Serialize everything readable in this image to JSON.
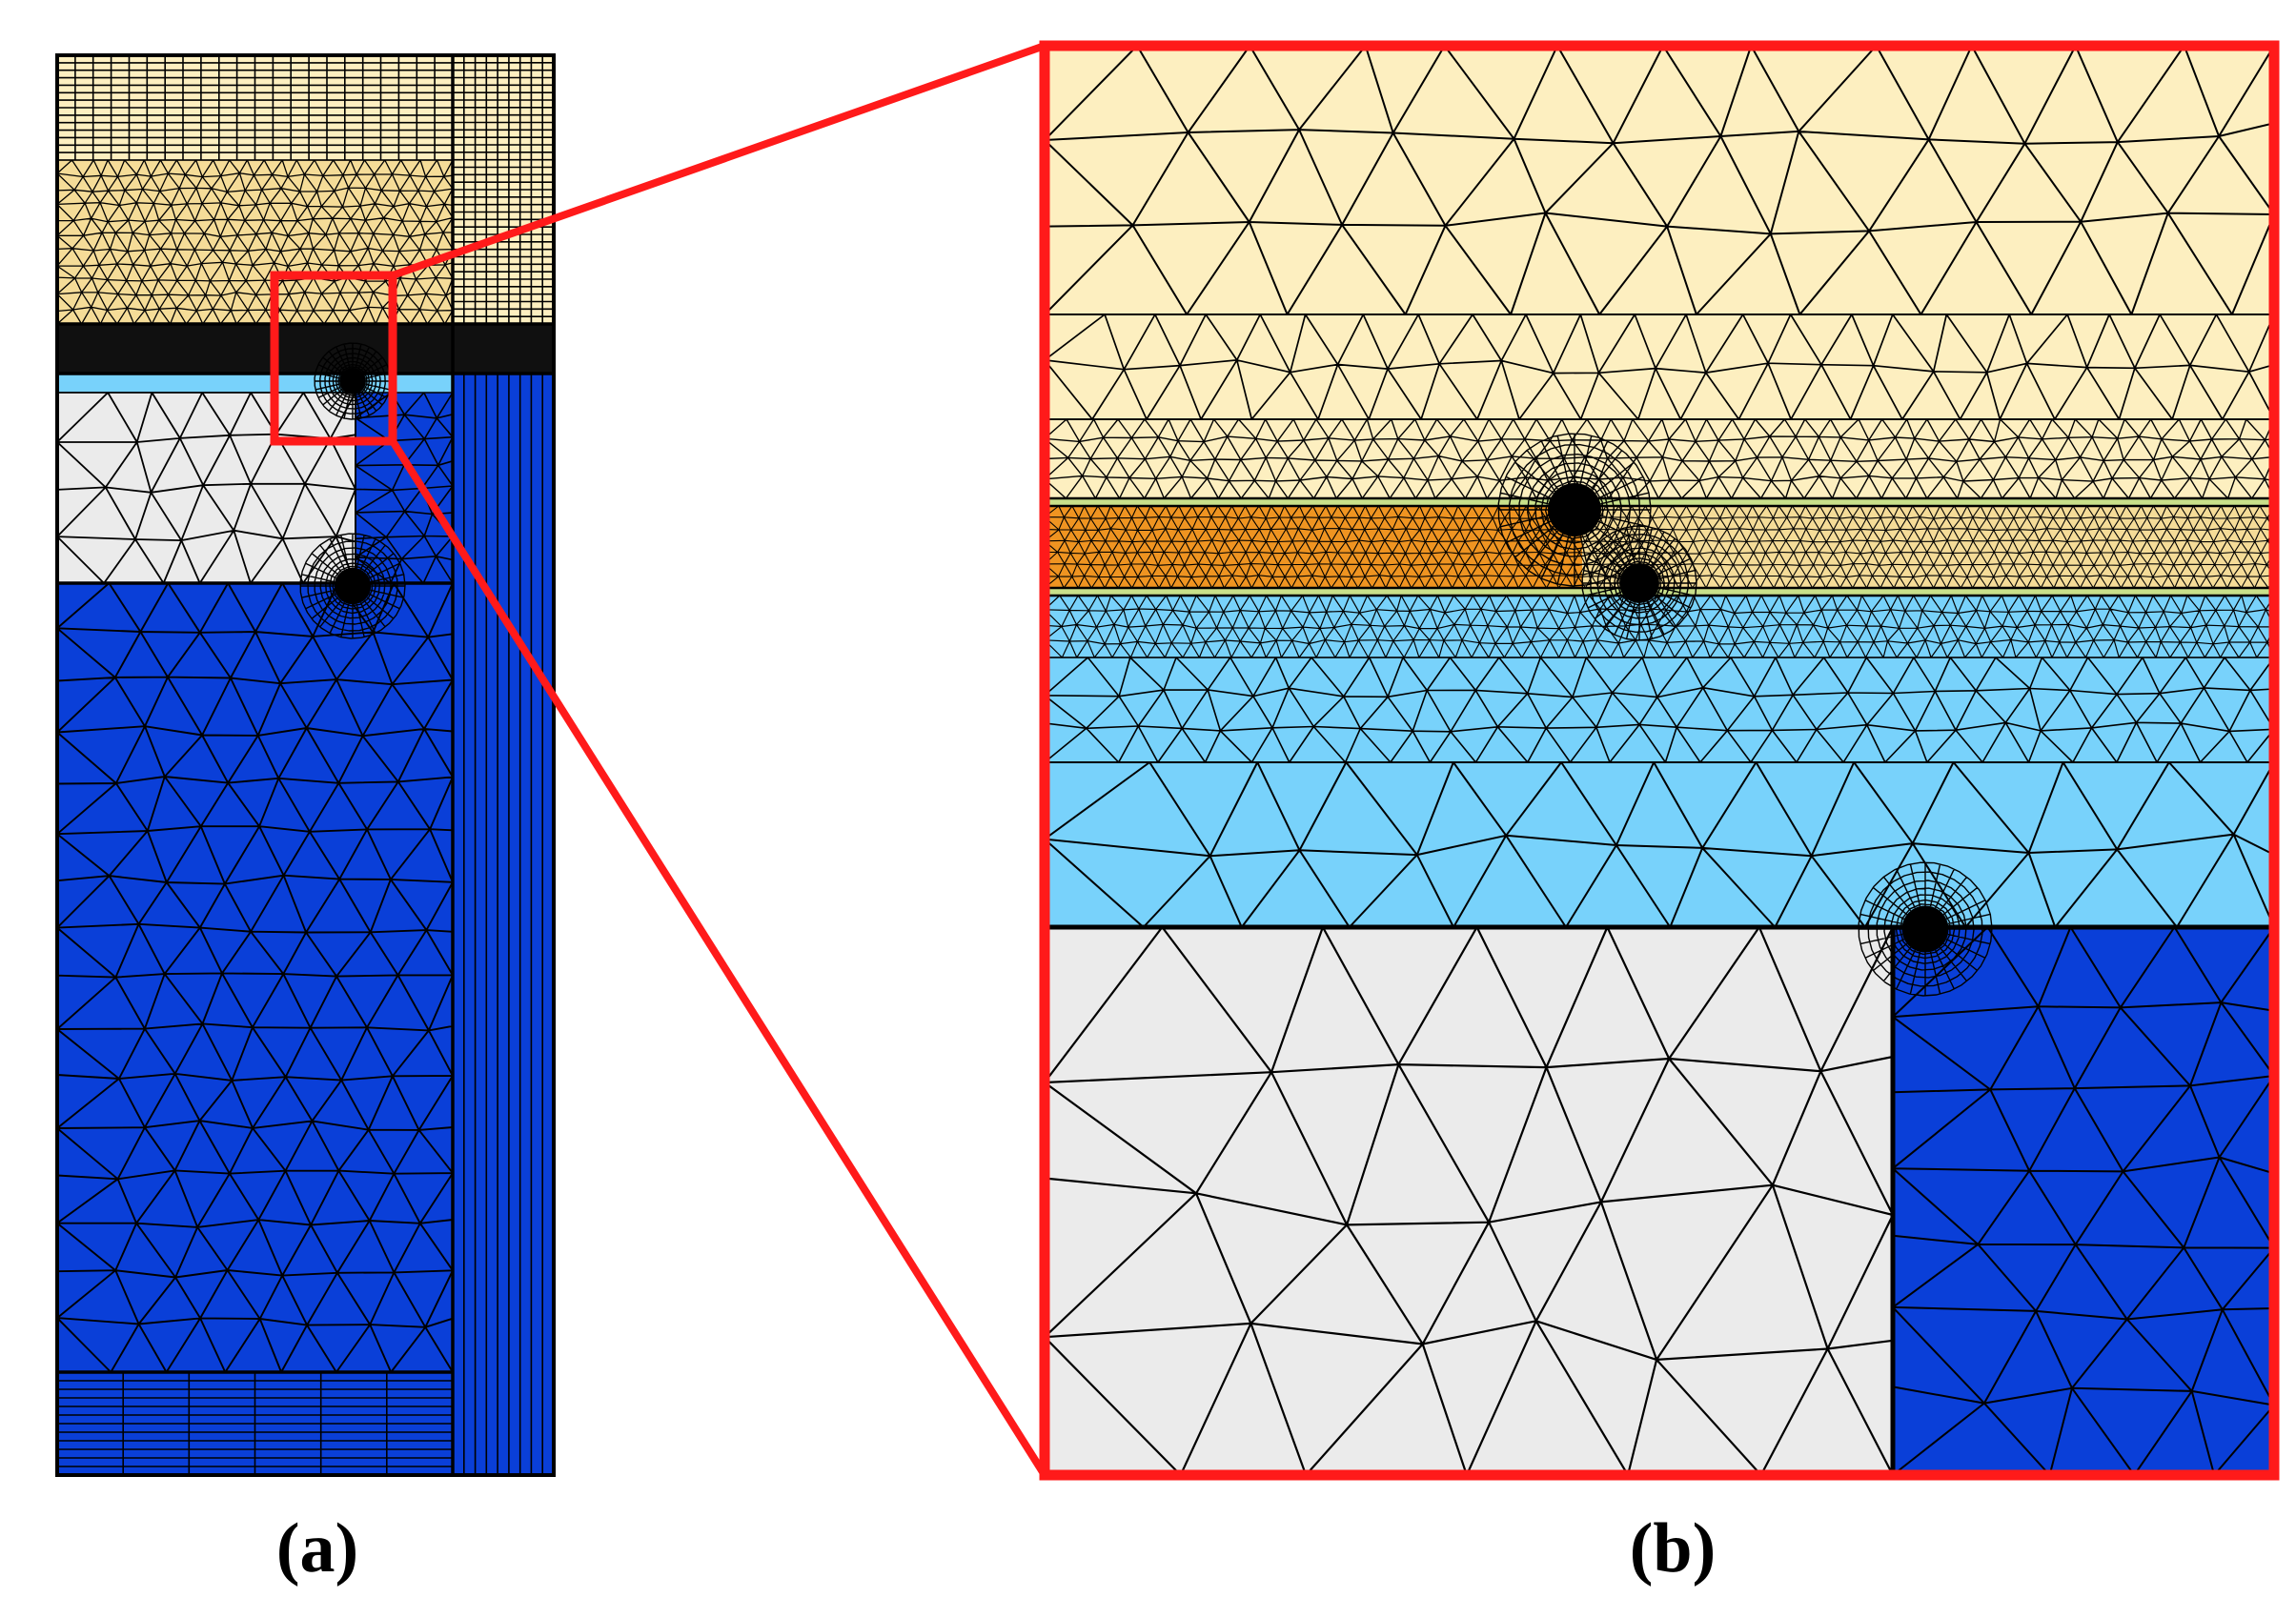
{
  "figure": {
    "panels": [
      {
        "id": "a",
        "label": "(a)"
      },
      {
        "id": "b",
        "label": "(b)"
      }
    ],
    "colors": {
      "background": "#ffffff",
      "mesh_lines": "#000000",
      "zoom_frame": "#ff1a1a",
      "top_layer": "#fdefc0",
      "top_layer_dense": "#f5dc98",
      "thin_strip_green": "#c9e08a",
      "orange_layer": "#ef9421",
      "light_blue_layer": "#78d2fb",
      "light_gray_region": "#ebebeb",
      "dark_blue_region": "#0a3fd8"
    }
  }
}
